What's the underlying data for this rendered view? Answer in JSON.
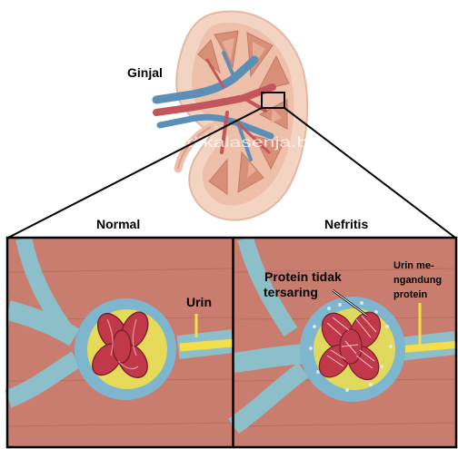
{
  "labels": {
    "kidney": "Ginjal",
    "normal": "Normal",
    "nephritis": "Nefritis",
    "urine": "Urin",
    "protein_unfiltered": [
      "Protein tidak",
      "tersaring"
    ],
    "urine_protein": [
      "Urin me-",
      "ngandung",
      "protein"
    ]
  },
  "watermark": "http://langitcerahdikalasenja.blogspot.co.id",
  "colors": {
    "tissue": "#c97d6e",
    "tissue_dark": "#a85a4e",
    "capsule": "#7fb6cf",
    "capsule_light": "#a8d2e2",
    "tubule": "#8cbfc9",
    "glomerulus": "#c0384a",
    "urine": "#f2df4a",
    "kidney_outer": "#f3d4c2",
    "kidney_inner": "#e4a991",
    "vessel_blue": "#5c8fb8",
    "vessel_red": "#c4555a"
  }
}
